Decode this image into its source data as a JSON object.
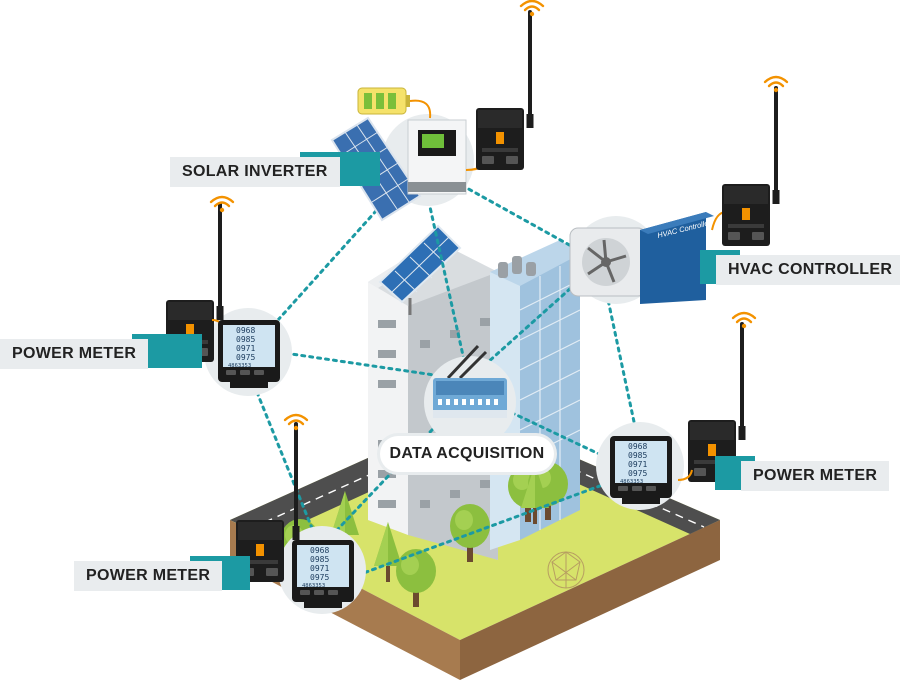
{
  "labels": {
    "solar_inverter": "SOLAR INVERTER",
    "hvac_controller": "HVAC CONTROLLER",
    "power_meter_left": "POWER METER",
    "power_meter_right": "POWER METER",
    "power_meter_bottom": "POWER METER",
    "data_acquisition": "DATA ACQUISITION"
  },
  "hvac_panel_text": "HVAC Controller",
  "meter_readings": [
    "0968",
    "0985",
    "0971",
    "0975",
    "4863353"
  ],
  "colors": {
    "accent_teal": "#1c9aa3",
    "wifi_orange": "#f39200",
    "hvac_blue": "#1f5f9e",
    "grass": "#d7e36a",
    "soil": "#a77b4f",
    "road": "#4e4e4e"
  }
}
